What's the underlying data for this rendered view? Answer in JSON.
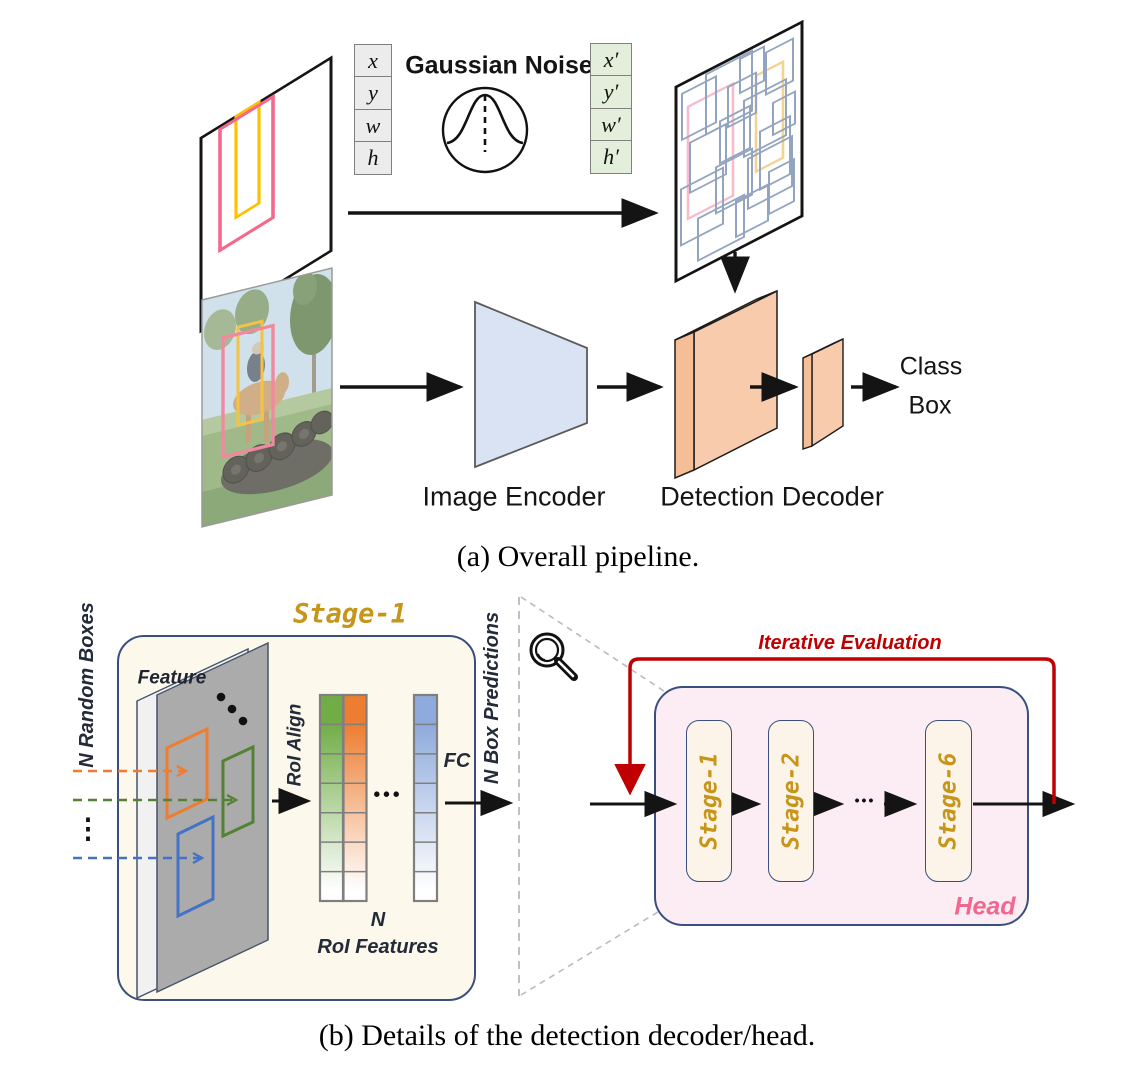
{
  "figure": {
    "panel_a": {
      "caption": "(a) Overall pipeline.",
      "gaussian_noise_label": "Gaussian Noise",
      "gt_vector": [
        "x",
        "y",
        "w",
        "h"
      ],
      "noisy_vector": [
        "x′",
        "y′",
        "w′",
        "h′"
      ],
      "encoder_label": "Image Encoder",
      "decoder_label": "Detection Decoder",
      "output_line1": "Class",
      "output_line2": "Box"
    },
    "panel_b": {
      "caption": "(b) Details of the detection decoder/head.",
      "stage_title": "Stage-1",
      "n_random_boxes_label": "N Random Boxes",
      "feature_label": "Feature",
      "roi_align_label": "RoI Align",
      "fc_label": "FC",
      "n_roi_features_line1": "N",
      "n_roi_features_line2": "RoI Features",
      "n_box_predictions_label": "N Box Predictions",
      "iterative_evaluation_label": "Iterative Evaluation",
      "head_label": "Head",
      "stages": [
        "Stage-1",
        "Stage-2",
        "Stage-6"
      ],
      "roi_dots": "•••",
      "stage_dots": "•••",
      "vertical_dots": "⋮"
    },
    "colors": {
      "accent_gold": "#C6951A",
      "accent_red": "#C00000",
      "navy_border": "#3A4F7E",
      "stage_panel_cream": "#FDF8EC",
      "stage_pill_cream": "#FCF4E8",
      "head_pink_fill": "#FBEDF3",
      "head_label_pink": "#F2678F",
      "decoder_orange": "#F8CBAD",
      "encoder_blue": "#DAE3F3",
      "gt_vector_gray": "#ECECEC",
      "noisy_vector_green": "#E3EFDA",
      "gt_box_yellow": "#FFC000",
      "gt_box_pink": "#F4688C",
      "noisy_box_blue": "#92A4BF",
      "roi_green": "#70AD47",
      "roi_orange": "#ED7D31",
      "roi_blue": "#8FAADC"
    }
  }
}
